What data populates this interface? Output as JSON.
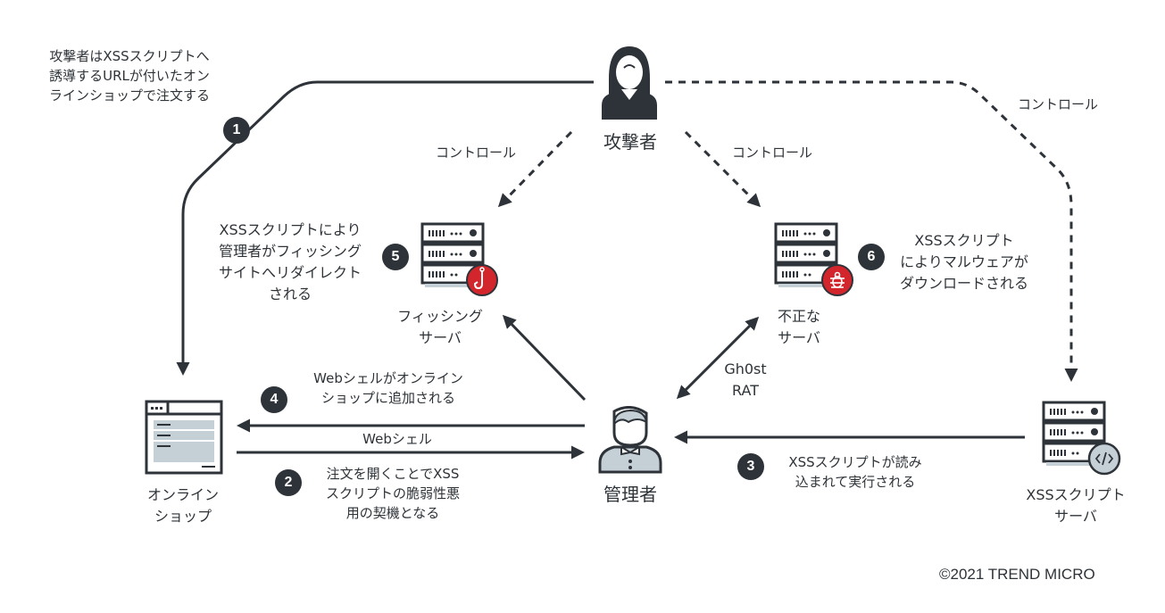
{
  "nodes": {
    "attacker": "攻撃者",
    "admin": "管理者",
    "online_shop": [
      "オンライン",
      "ショップ"
    ],
    "phishing_server": [
      "フィッシング",
      "サーバ"
    ],
    "rogue_server": [
      "不正な",
      "サーバ"
    ],
    "xss_server": [
      "XSSスクリプト",
      "サーバ"
    ]
  },
  "edge_labels": {
    "control_left": "コントロール",
    "control_center": "コントロール",
    "control_right": "コントロール",
    "webshell": "Webシェル",
    "gh0st_rat": [
      "Gh0st",
      "RAT"
    ]
  },
  "steps": [
    {
      "number": "1",
      "lines": [
        "攻撃者はXSSスクリプトへ",
        "誘導するURLが付いたオン",
        "ラインショップで注文する"
      ]
    },
    {
      "number": "2",
      "lines": [
        "注文を開くことでXSS",
        "スクリプトの脆弱性悪",
        "用の契機となる"
      ]
    },
    {
      "number": "3",
      "lines": [
        "XSSスクリプトが読み",
        "込まれて実行される"
      ]
    },
    {
      "number": "4",
      "lines": [
        "Webシェルがオンライン",
        "ショップに追加される"
      ]
    },
    {
      "number": "5",
      "lines": [
        "XSSスクリプトにより",
        "管理者がフィッシング",
        "サイトへリダイレクト",
        "される"
      ]
    },
    {
      "number": "6",
      "lines": [
        "XSSスクリプト",
        "によりマルウェアが",
        "ダウンロードされる"
      ]
    }
  ],
  "icons": {
    "attacker": "hooded-person-icon",
    "admin": "person-bowtie-icon",
    "online_shop": "browser-window-icon",
    "phishing_server": "server-with-fishhook-icon",
    "rogue_server": "server-with-bug-icon",
    "xss_server": "server-with-code-icon"
  },
  "colors": {
    "ink": "#2e333a",
    "accent_red": "#d3262c",
    "fill_gray": "#c5d0d6"
  },
  "copyright": "©2021 TREND MICRO"
}
